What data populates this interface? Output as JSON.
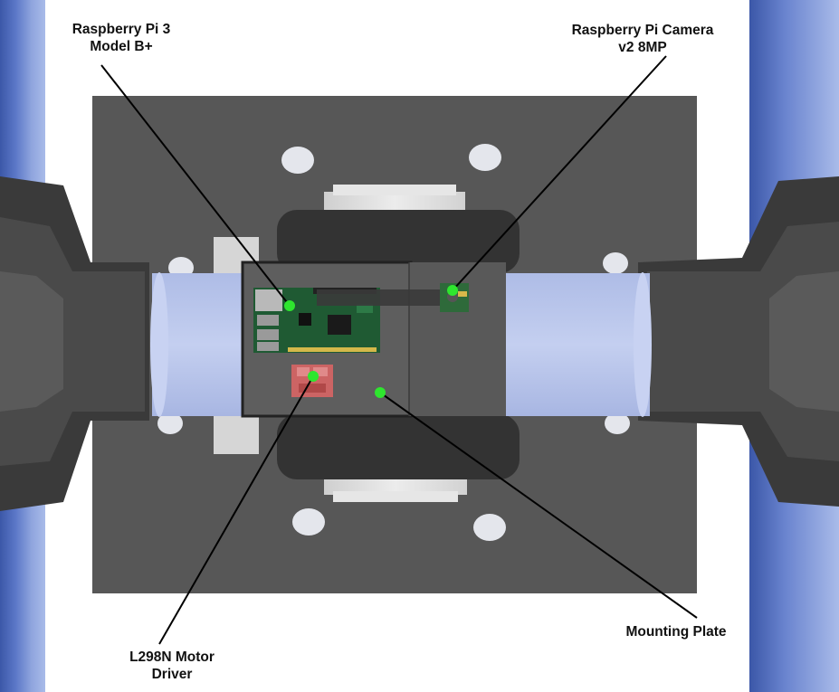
{
  "callouts": {
    "raspberry_pi": {
      "line1": "Raspberry Pi 3",
      "line2": "Model B+"
    },
    "camera": {
      "line1": "Raspberry Pi Camera",
      "line2": "v2 8MP"
    },
    "motor_driver": {
      "line1": "L298N Motor",
      "line2": "Driver"
    },
    "mounting_plate": {
      "line1": "Mounting Plate"
    }
  },
  "colors": {
    "plate": "#575757",
    "motor_housing": "#3c3c3c",
    "shaft": "#b7c3e8",
    "bracket": "#d8d8d8",
    "rail": "#6f86c8",
    "marker": "#2ee62e",
    "pcb": "#1f5a33",
    "driver_board": "#cc6464"
  }
}
